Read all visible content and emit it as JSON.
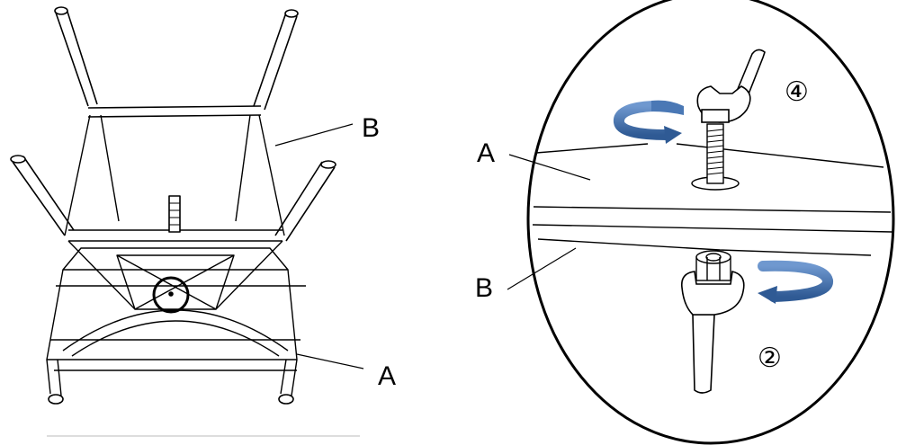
{
  "left_labels": {
    "frame_b": "B",
    "frame_a": "A"
  },
  "detail_labels": {
    "upper_part": "A",
    "lower_part": "B"
  },
  "steps": {
    "top_wrench": "④",
    "bottom_wrench": "②"
  },
  "colors": {
    "arrow": "#4a78b5",
    "arrow_dark": "#2f5a94",
    "line": "#000000"
  }
}
